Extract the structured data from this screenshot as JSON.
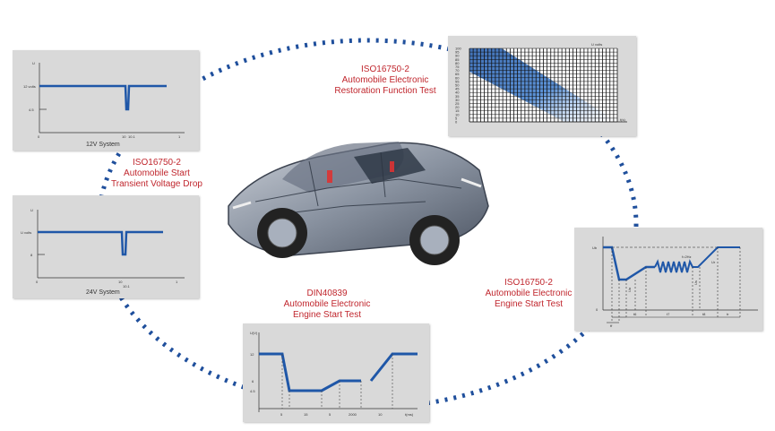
{
  "diagram": {
    "line_color": "#1f57a8",
    "caption_color": "#c0262d",
    "dot_color": "#1f4f9c",
    "panels": {
      "p12v": {
        "system_label": "12V System",
        "y_axis_label": "U",
        "y_ticks": [
          "12 volts",
          "4.5"
        ],
        "x_ticks": [
          "0",
          "10",
          "10.1",
          "1"
        ]
      },
      "p24v": {
        "system_label": "24V System",
        "y_axis_label": "U",
        "y_ticks": [
          "U volts",
          "8"
        ],
        "x_ticks": [
          "0",
          "10",
          "10.1",
          "1"
        ]
      },
      "restoration": {
        "y_axis_label": "U volts",
        "x_axis_label": "t(s)",
        "y_ticks": [
          "100",
          "95",
          "90",
          "85",
          "80",
          "75",
          "70",
          "65",
          "60",
          "55",
          "50",
          "45",
          "40",
          "35",
          "30",
          "25",
          "20",
          "15",
          "10",
          "5",
          "0"
        ]
      },
      "din": {
        "y_axis_label": "U(V)",
        "x_axis_label": "t(ms)",
        "y_ticks": [
          "12",
          "6",
          "4.5"
        ],
        "x_ticks": [
          "5",
          "15",
          "5",
          "2000",
          "10"
        ]
      },
      "engine": {
        "y_ticks": [
          "Ub",
          "0"
        ],
        "freq_label": "f=2Hz",
        "x_ticks": [
          "tf",
          "t6",
          "t7",
          "t8",
          "tr"
        ],
        "side_labels": [
          "Ua",
          "Us",
          "Ur"
        ]
      }
    },
    "captions": {
      "restoration": [
        "ISO16750-2",
        "Automobile Electronic",
        "Restoration Function Test"
      ],
      "transient": [
        "ISO16750-2",
        "Automobile Start",
        "Transient Voltage Drop"
      ],
      "din": [
        "DIN40839",
        "Automobile Electronic",
        "Engine Start Test"
      ],
      "engine": [
        "ISO16750-2",
        "Automobile Electronic",
        "Engine Start Test"
      ]
    }
  }
}
